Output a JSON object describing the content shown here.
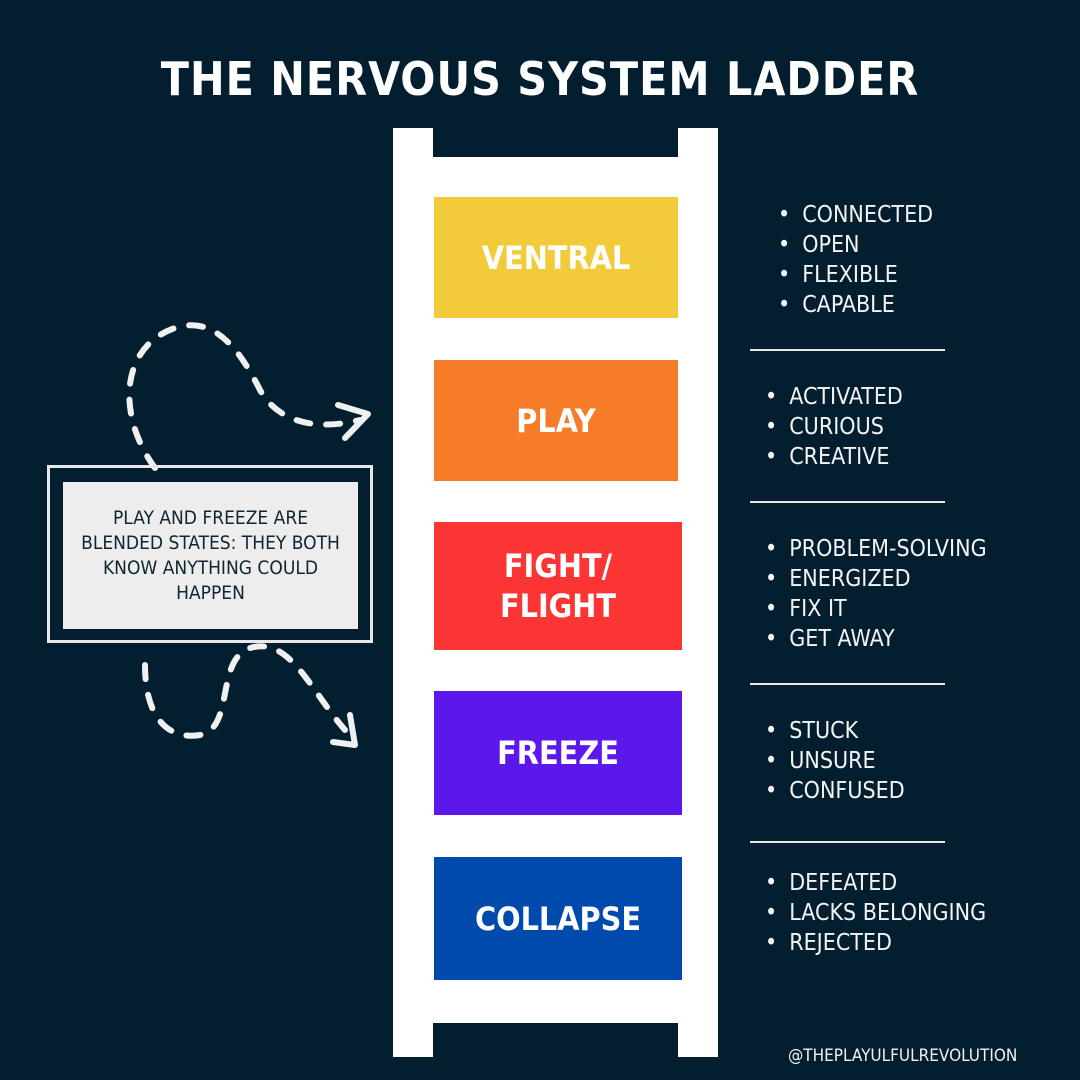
{
  "title": "THE NERVOUS SYSTEM LADDER",
  "steps": [
    {
      "label": "VENTRAL",
      "color": "#f2cb3a",
      "traits": [
        "CONNECTED",
        "OPEN",
        "FLEXIBLE",
        "CAPABLE"
      ]
    },
    {
      "label": "PLAY",
      "color": "#f77c2a",
      "traits": [
        "ACTIVATED",
        "CURIOUS",
        "CREATIVE"
      ]
    },
    {
      "label": "FIGHT/ FLIGHT",
      "color": "#fb3434",
      "traits": [
        "PROBLEM-SOLVING",
        "ENERGIZED",
        "FIX IT",
        "GET AWAY"
      ]
    },
    {
      "label": "FREEZE",
      "color": "#5c17eb",
      "traits": [
        "STUCK",
        "UNSURE",
        "CONFUSED"
      ]
    },
    {
      "label": "COLLAPSE",
      "color": "#004aad",
      "traits": [
        "DEFEATED",
        "LACKS BELONGING",
        "REJECTED"
      ]
    }
  ],
  "callout": "PLAY AND FREEZE ARE BLENDED STATES: THEY BOTH KNOW ANYTHING COULD HAPPEN",
  "handle": "@THEPLAYULFULREVOLUTION"
}
